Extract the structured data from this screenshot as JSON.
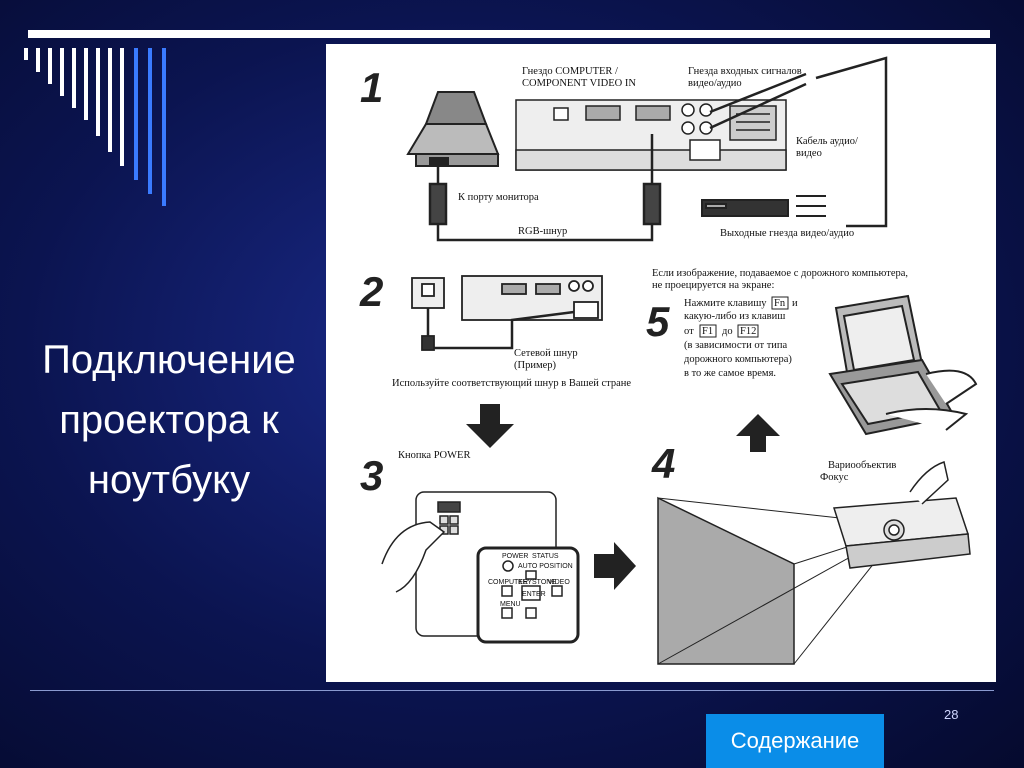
{
  "slide": {
    "title_lines": [
      "Подключение",
      "проектора к",
      "ноутбуку"
    ],
    "page_number": "28",
    "contents_button": "Содержание"
  },
  "figure": {
    "steps": [
      "1",
      "2",
      "3",
      "4",
      "5"
    ],
    "step1": {
      "computer_jack": [
        "Гнездо COMPUTER /",
        "COMPONENT VIDEO IN"
      ],
      "av_input": [
        "Гнезда входных сигналов",
        "видео/аудио"
      ],
      "av_cable": [
        "Кабель аудио/",
        "видео"
      ],
      "monitor_port": "К порту монитора",
      "rgb_cord": "RGB-шнур",
      "av_output": "Выходные гнезда видео/аудио"
    },
    "step2": {
      "power_cord": [
        "Сетевой шнур",
        "(Пример)"
      ],
      "use_cord_note": "Используйте соответствующий шнур в Вашей стране"
    },
    "step3": {
      "power_button": "Кнопка POWER",
      "keypad": {
        "power": "POWER",
        "status": "STATUS",
        "auto_position": "AUTO POSITION",
        "computer": "COMPUTER",
        "keystone": "KEYSTONE",
        "video": "VIDEO",
        "enter": "ENTER",
        "menu": "MENU"
      }
    },
    "step4": {
      "zoom_lens": "Вариообъектив",
      "focus": "Фокус"
    },
    "step5": {
      "intro": [
        "Если изображение, подаваемое с дорожного компьютера,",
        "не проецируется на экране:"
      ],
      "line1_a": "Нажмите клавишу",
      "key_fn": "Fn",
      "line1_b": "и",
      "line2": "какую-либо из клавиш",
      "line3_a": "от",
      "key_f1": "F1",
      "line3_b": "до",
      "key_f12": "F12",
      "line4": "(в зависимости от типа",
      "line5": "дорожного компьютера)",
      "line6": "в то же самое время."
    }
  }
}
